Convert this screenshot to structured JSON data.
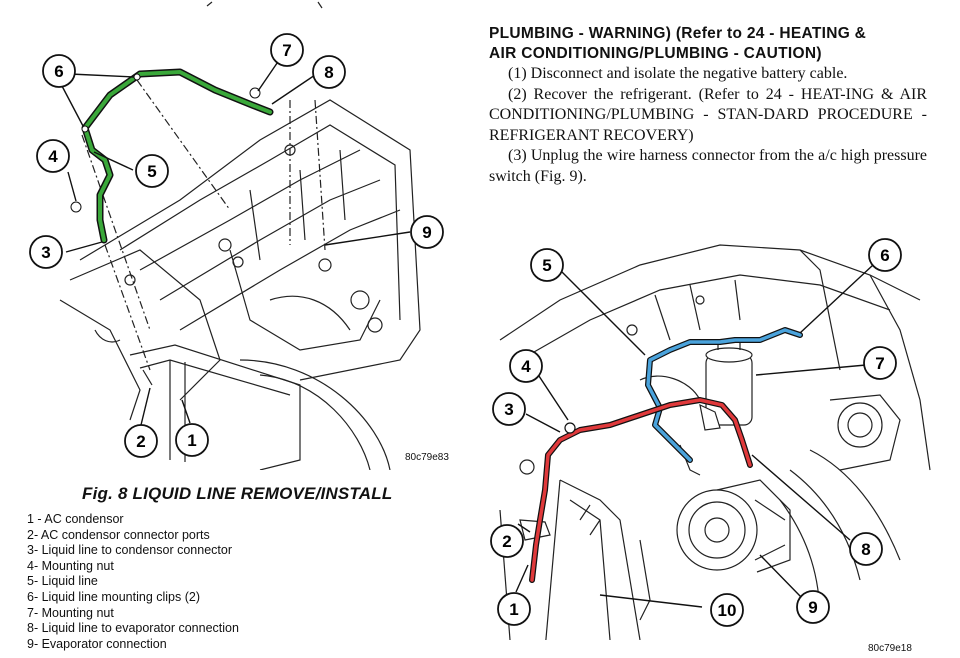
{
  "fig8": {
    "caption": "Fig. 8 LIQUID LINE REMOVE/INSTALL",
    "image_code": "80c79e83",
    "callouts": [
      "1",
      "2",
      "3",
      "4",
      "5",
      "6",
      "7",
      "8",
      "9"
    ],
    "legend": [
      "1 - AC condensor",
      "2- AC condensor connector ports",
      "3- Liquid line to condensor connector",
      "4- Mounting nut",
      "5- Liquid line",
      "6- Liquid line mounting clips (2)",
      "7- Mounting nut",
      "8- Liquid line to evaporator connection",
      "9- Evaporator connection"
    ],
    "highlight_color": "#3aa83a"
  },
  "procedure": {
    "heading_line1": "PLUMBING - WARNING) (Refer to 24 - HEATING &",
    "heading_line2": "AIR CONDITIONING/PLUMBING - CAUTION)",
    "steps": [
      "(1) Disconnect and isolate the negative battery cable.",
      "(2) Recover the refrigerant. (Refer to 24 - HEAT-ING & AIR CONDITIONING/PLUMBING - STAN-DARD PROCEDURE - REFRIGERANT RECOVERY)",
      "(3) Unplug the wire harness connector from the a/c high pressure switch (Fig. 9)."
    ]
  },
  "fig9": {
    "image_code": "80c79e18",
    "callouts": [
      "1",
      "2",
      "3",
      "4",
      "5",
      "6",
      "7",
      "8",
      "9",
      "10"
    ],
    "red_line_color": "#e0393b",
    "blue_line_color": "#4aa3dc"
  }
}
